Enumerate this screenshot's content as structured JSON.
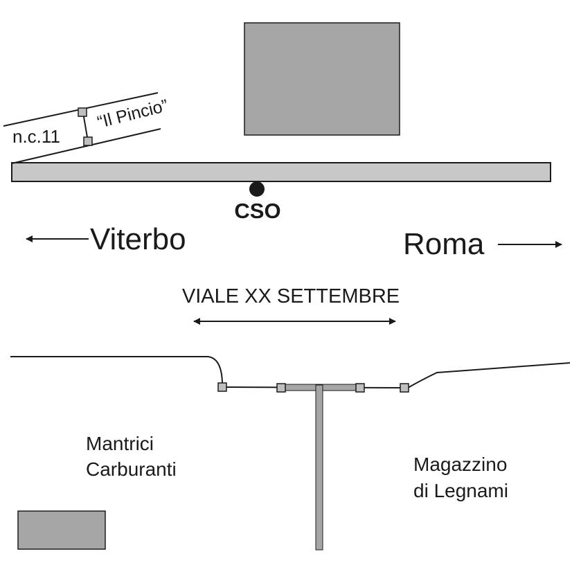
{
  "labels": {
    "nc11": "n.c.11",
    "pincio": "“Il Pincio”",
    "cso": "CSO",
    "viterbo": "Viterbo",
    "roma": "Roma",
    "street": "VIALE XX SETTEMBRE",
    "mantrici_line1": "Mantrici",
    "mantrici_line2": "Carburanti",
    "magazzino_line1": "Magazzino",
    "magazzino_line2": "di Legnami"
  },
  "colors": {
    "building_fill": "#a6a6a6",
    "road_fill": "#c8c8c8",
    "track_fill": "#a6a6a6",
    "stroke": "#1a1a1a"
  }
}
